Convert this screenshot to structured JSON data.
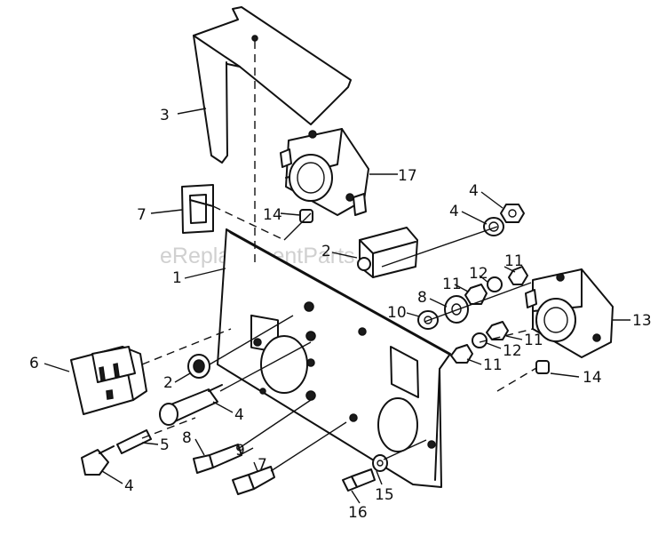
{
  "watermark": "eReplacementParts.com",
  "callouts": [
    {
      "label": "3"
    },
    {
      "label": "17"
    },
    {
      "label": "7"
    },
    {
      "label": "14"
    },
    {
      "label": "4"
    },
    {
      "label": "4"
    },
    {
      "label": "2"
    },
    {
      "label": "1"
    },
    {
      "label": "11"
    },
    {
      "label": "12"
    },
    {
      "label": "11"
    },
    {
      "label": "8"
    },
    {
      "label": "10"
    },
    {
      "label": "13"
    },
    {
      "label": "11"
    },
    {
      "label": "12"
    },
    {
      "label": "11"
    },
    {
      "label": "14"
    },
    {
      "label": "6"
    },
    {
      "label": "2"
    },
    {
      "label": "4"
    },
    {
      "label": "5"
    },
    {
      "label": "8"
    },
    {
      "label": "9"
    },
    {
      "label": "4"
    },
    {
      "label": "7"
    },
    {
      "label": "16"
    },
    {
      "label": "15"
    }
  ]
}
